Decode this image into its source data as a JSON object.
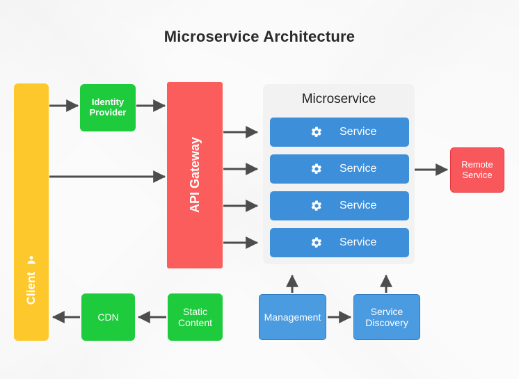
{
  "diagram": {
    "title": "Microservice Architecture",
    "type": "architecture-diagram"
  },
  "colors": {
    "client": "#FDC82B",
    "identity_provider": "#1ECB3C",
    "api_gateway": "#FB5C5C",
    "microservice_container": "#F2F2F2",
    "service": "#3D8FDA",
    "remote_service": "#F8585C",
    "remote_service_border": "#E8353C",
    "cdn": "#1ECB3C",
    "static_content": "#1ECB3C",
    "management": "#4B9BE0",
    "service_discovery": "#4B9BE0",
    "arrow": "#4D4D4D",
    "title_text": "#2B2B2B",
    "background": "#FBFBFB"
  },
  "nodes": {
    "client": {
      "label": "Client",
      "icon": "user-icon",
      "orientation": "vertical"
    },
    "identity_provider": {
      "line1": "Identity",
      "line2": "Provider"
    },
    "api_gateway": {
      "label": "API Gateway",
      "orientation": "vertical"
    },
    "microservice": {
      "title": "Microservice",
      "services": [
        {
          "label": "Service",
          "icon": "gear-icon"
        },
        {
          "label": "Service",
          "icon": "gear-icon"
        },
        {
          "label": "Service",
          "icon": "gear-icon"
        },
        {
          "label": "Service",
          "icon": "gear-icon"
        }
      ]
    },
    "remote_service": {
      "line1": "Remote",
      "line2": "Service"
    },
    "cdn": {
      "label": "CDN"
    },
    "static_content": {
      "line1": "Static",
      "line2": "Content"
    },
    "management": {
      "label": "Management"
    },
    "service_discovery": {
      "line1": "Service",
      "line2": "Discovery"
    }
  },
  "edges": [
    {
      "from": "client",
      "to": "identity_provider",
      "direction": "right"
    },
    {
      "from": "identity_provider",
      "to": "api_gateway",
      "direction": "right"
    },
    {
      "from": "client",
      "to": "api_gateway",
      "direction": "right"
    },
    {
      "from": "api_gateway",
      "to": "service-0",
      "direction": "right"
    },
    {
      "from": "api_gateway",
      "to": "service-1",
      "direction": "right"
    },
    {
      "from": "api_gateway",
      "to": "service-2",
      "direction": "right"
    },
    {
      "from": "api_gateway",
      "to": "service-3",
      "direction": "right"
    },
    {
      "from": "service-1",
      "to": "remote_service",
      "direction": "right"
    },
    {
      "from": "static_content",
      "to": "cdn",
      "direction": "left"
    },
    {
      "from": "cdn",
      "to": "client",
      "direction": "left"
    },
    {
      "from": "management",
      "to": "microservice",
      "direction": "up"
    },
    {
      "from": "management",
      "to": "service_discovery",
      "direction": "right"
    },
    {
      "from": "service_discovery",
      "to": "microservice",
      "direction": "up"
    }
  ]
}
